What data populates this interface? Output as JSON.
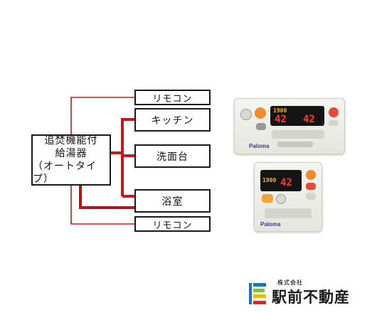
{
  "diagram": {
    "heater": {
      "line1": "追焚機能付",
      "line2": "給湯器",
      "line3": "（オートタイプ）"
    },
    "nodes": {
      "remote_top": "リモコン",
      "kitchen": "キッチン",
      "washstand": "洗面台",
      "bathroom": "浴室",
      "remote_bottom": "リモコン"
    }
  },
  "remotes": {
    "kitchen": {
      "time": "1900",
      "temp_left": "42",
      "temp_right": "42",
      "brand": "Paloma"
    },
    "bath": {
      "time": "1900",
      "temp": "42",
      "brand": "Paloma"
    }
  },
  "logo": {
    "sub": "株式会社",
    "name": "駅前不動産"
  },
  "colors": {
    "wire_red": "#c8161d",
    "wire_dark": "#b01518",
    "box_border": "#1a1a1a"
  }
}
